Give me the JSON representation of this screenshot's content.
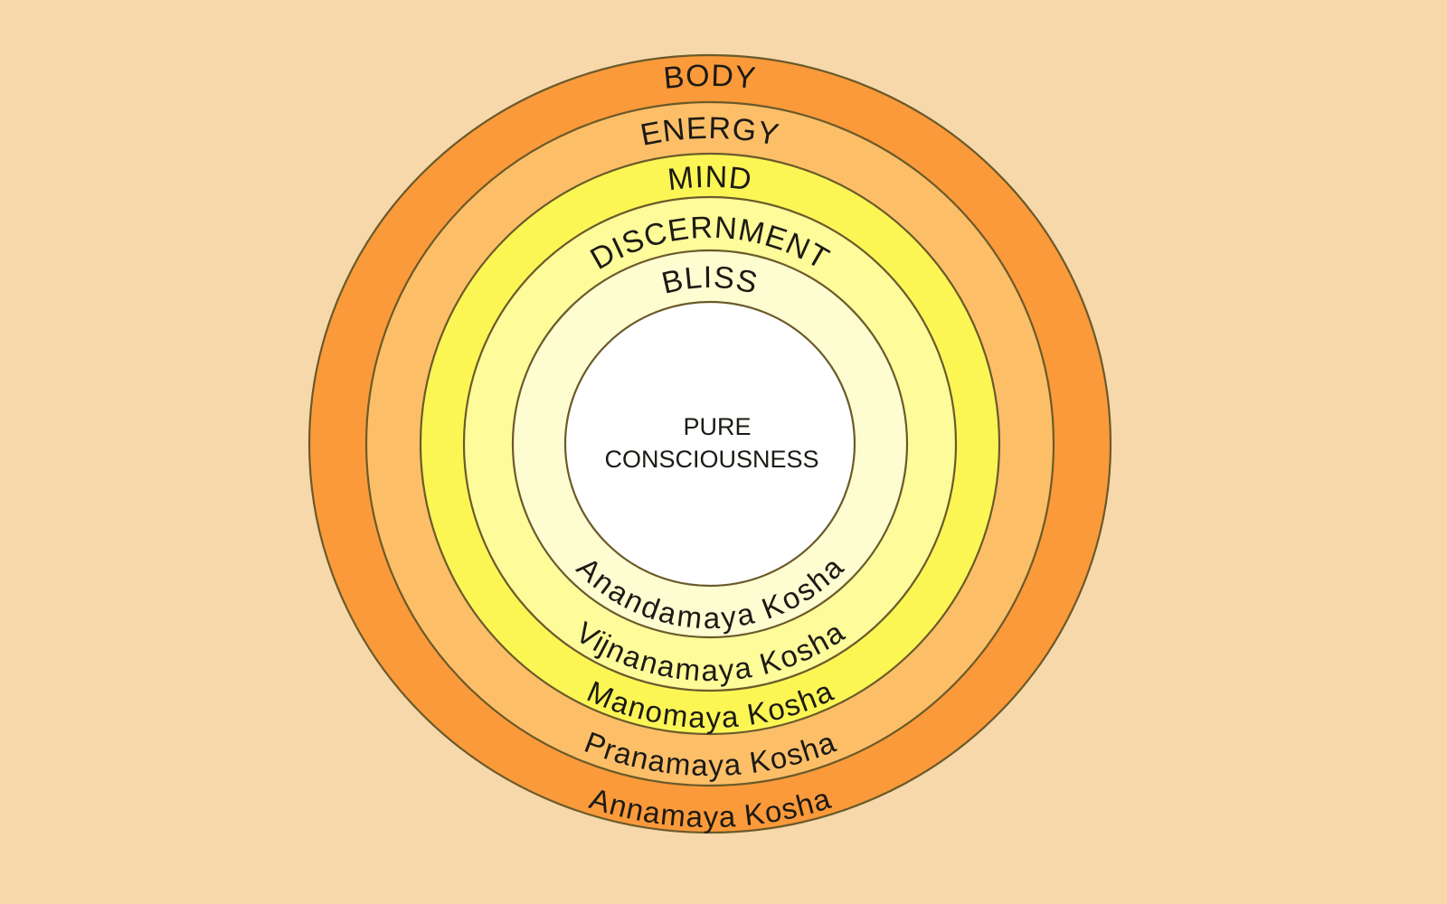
{
  "diagram": {
    "background_color": "#f6d8ab",
    "center": {
      "lines": [
        "PURE",
        "CONSCIOUSNESS"
      ],
      "color": "#ffffff"
    },
    "layers": [
      {
        "english": "BODY",
        "sanskrit": "Annamaya Kosha",
        "color": "#fb9a3a"
      },
      {
        "english": "ENERGY",
        "sanskrit": "Pranamaya Kosha",
        "color": "#fcbf68"
      },
      {
        "english": "MIND",
        "sanskrit": "Manomaya Kosha",
        "color": "#fcf655"
      },
      {
        "english": "DISCERNMENT",
        "sanskrit": "Vijnanamaya Kosha",
        "color": "#fdfb9a"
      },
      {
        "english": "BLISS",
        "sanskrit": "Anandamaya Kosha",
        "color": "#fefdd2"
      }
    ]
  }
}
